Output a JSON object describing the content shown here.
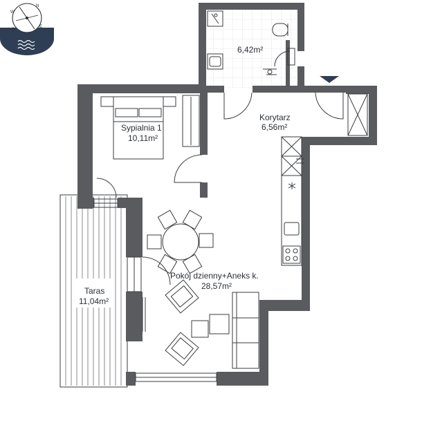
{
  "compass": {
    "letters": [
      "N",
      "E",
      "S",
      "W"
    ],
    "badge_color": "#2e3e55",
    "icon": "water-waves-icon"
  },
  "rooms": {
    "bathroom": {
      "area": "6,42m²"
    },
    "corridor": {
      "name": "Korytarz",
      "area": "6,56m²"
    },
    "bedroom": {
      "name": "Sypialnia 1",
      "area": "10,11m²"
    },
    "living": {
      "name": "Pokój dzienny+Aneks k.",
      "area": "28,57m²"
    },
    "terrace": {
      "name": "Taras",
      "area": "11,04m²"
    }
  },
  "entrance": {
    "icon": "entrance-arrow-icon",
    "color": "#2e3e55"
  },
  "colors": {
    "wall": "#5a5b5e",
    "line": "#3a3b3f"
  }
}
